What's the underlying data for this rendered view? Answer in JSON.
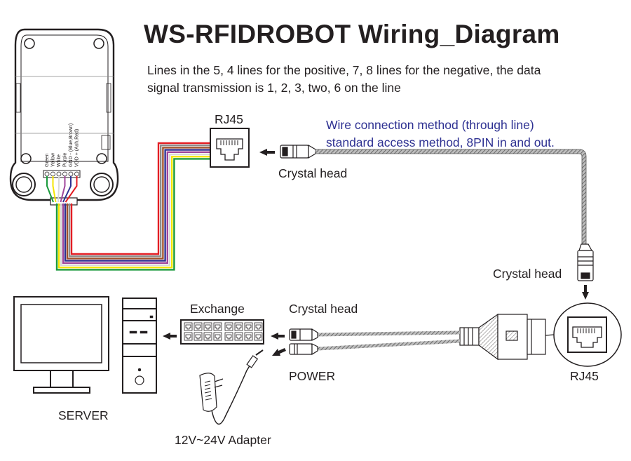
{
  "title": "WS-RFIDROBOT  Wiring_Diagram",
  "description": {
    "line1": "Lines in the 5, 4 lines for the positive, 7, 8 lines for the negative, the data",
    "line2": "signal transmission is 1, 2, 3, two, 6 on the line"
  },
  "reader_pins": [
    {
      "label": "Green",
      "color": "#1a9b3c"
    },
    {
      "label": "Yellow",
      "color": "#f5e600"
    },
    {
      "label": "White",
      "color": "#d9d9d9"
    },
    {
      "label": "Purple",
      "color": "#a0469b"
    },
    {
      "label": "GND - (Blue,Brown)",
      "color": "#2e3192"
    },
    {
      "label": "VDD + (Ash,Red)",
      "color": "#e31e24"
    }
  ],
  "ribbon_colors": [
    "#e31e24",
    "#8c8c8c",
    "#a0522d",
    "#2e3192",
    "#a0469b",
    "#d9d9d9",
    "#f5e600",
    "#1a9b3c"
  ],
  "labels": {
    "rj45_top": "RJ45",
    "crystal_head_top": "Crystal head",
    "wire_method_1": "Wire connection method (through line)",
    "wire_method_2": "standard access method, 8PIN in and out.",
    "crystal_head_right": "Crystal head",
    "exchange": "Exchange",
    "crystal_head_bottom": "Crystal head",
    "power": "POWER",
    "rj45_bottom": "RJ45",
    "server": "SERVER",
    "adapter": "12V~24V Adapter"
  },
  "colors": {
    "accent_text": "#2e3192",
    "line": "#231f20",
    "cable": "#8a8a8a"
  }
}
